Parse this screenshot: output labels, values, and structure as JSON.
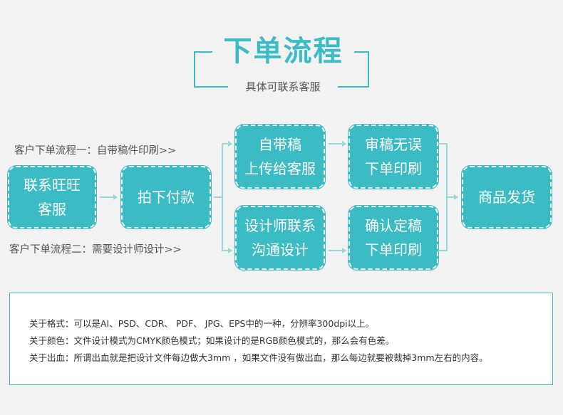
{
  "title": "下单流程",
  "subtitle": "具体可联系客服",
  "routes": {
    "route1_label": "客户下单流程一：自带稿件印刷>>",
    "route2_label": "客户下单流程二：需要设计师设计>>"
  },
  "steps": {
    "contact": [
      "联系旺旺",
      "客服"
    ],
    "pay": "拍下付款",
    "own_draft": [
      "自带稿",
      "上传给客服"
    ],
    "review": [
      "审稿无误",
      "下单印刷"
    ],
    "designer": [
      "设计师联系",
      "沟通设计"
    ],
    "confirm": [
      "确认定稿",
      "下单印刷"
    ],
    "ship": "商品发货"
  },
  "notes": [
    "关于格式：可以是AI、PSD、CDR、 PDF、 JPG、EPS中的一种，分辨率300dpi以上。",
    "关于颜色：文件设计模式为CMYK颜色模式；如果设计的是RGB颜色模式的，那么会有色差。",
    "关于出血：所谓出血就是把设计文件每边做大3mm ，如果文件没有做出血，那么每边就要被裁掉3mm左右的内容。"
  ],
  "colors": {
    "accent": "#3bbcc5",
    "connector": "#9ad6da",
    "background": "#f2f2f2"
  }
}
